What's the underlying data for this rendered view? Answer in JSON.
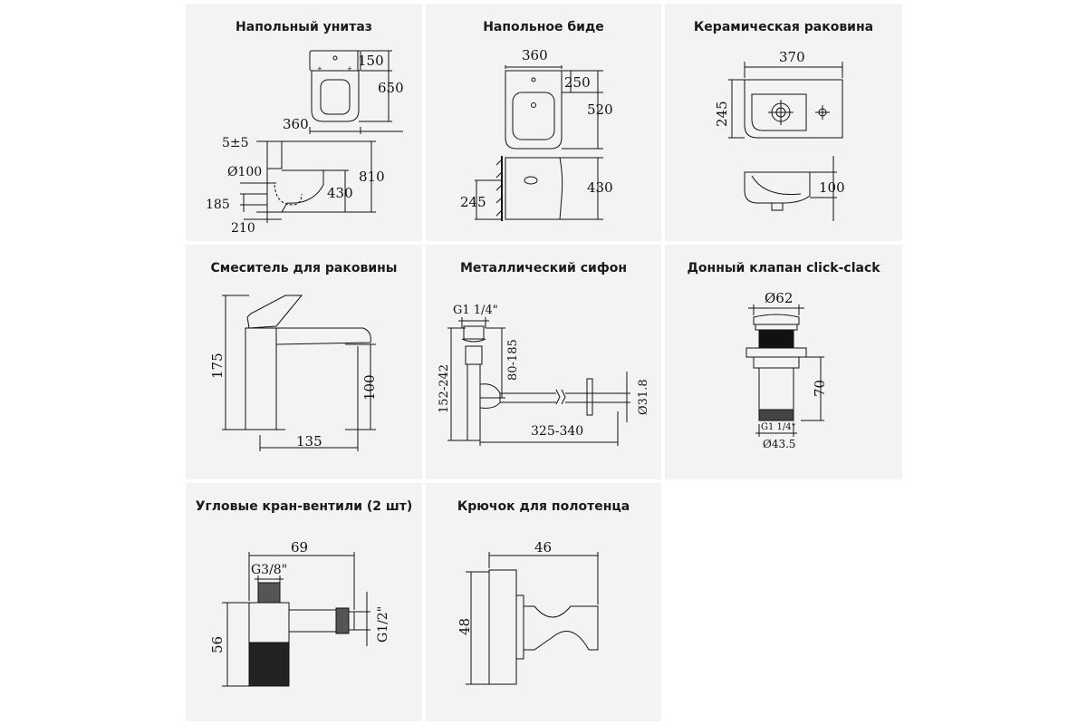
{
  "panels": {
    "toilet": {
      "title": "Напольный унитаз",
      "dims": {
        "d150": "150",
        "d650": "650",
        "d360": "360",
        "d5": "5±5",
        "d100": "Ø100",
        "d810": "810",
        "d430": "430",
        "d185": "185",
        "d210": "210"
      }
    },
    "bidet": {
      "title": "Напольное биде",
      "dims": {
        "d360": "360",
        "d250": "250",
        "d520": "520",
        "d245": "245",
        "d430": "430"
      }
    },
    "sink": {
      "title": "Керамическая раковина",
      "dims": {
        "d370": "370",
        "d245": "245",
        "d100": "100"
      }
    },
    "mixer": {
      "title": "Смеситель для раковины",
      "dims": {
        "d175": "175",
        "d100": "100",
        "d135": "135"
      }
    },
    "siphon": {
      "title": "Металлический сифон",
      "dims": {
        "g": "G1 1/4\"",
        "d80": "80-185",
        "d152": "152-242",
        "d325": "325-340",
        "d318": "Ø31.8"
      }
    },
    "valve": {
      "title": "Донный клапан click-clack",
      "dims": {
        "d62": "Ø62",
        "d70": "70",
        "g": "G1 1/4\"",
        "d43": "Ø43.5"
      }
    },
    "angle": {
      "title": "Угловые кран-вентили (2 шт)",
      "dims": {
        "d69": "69",
        "g38": "G3/8\"",
        "d56": "56",
        "g12": "G1/2\""
      }
    },
    "hook": {
      "title": "Крючок для полотенца",
      "dims": {
        "d46": "46",
        "d48": "48"
      }
    }
  }
}
